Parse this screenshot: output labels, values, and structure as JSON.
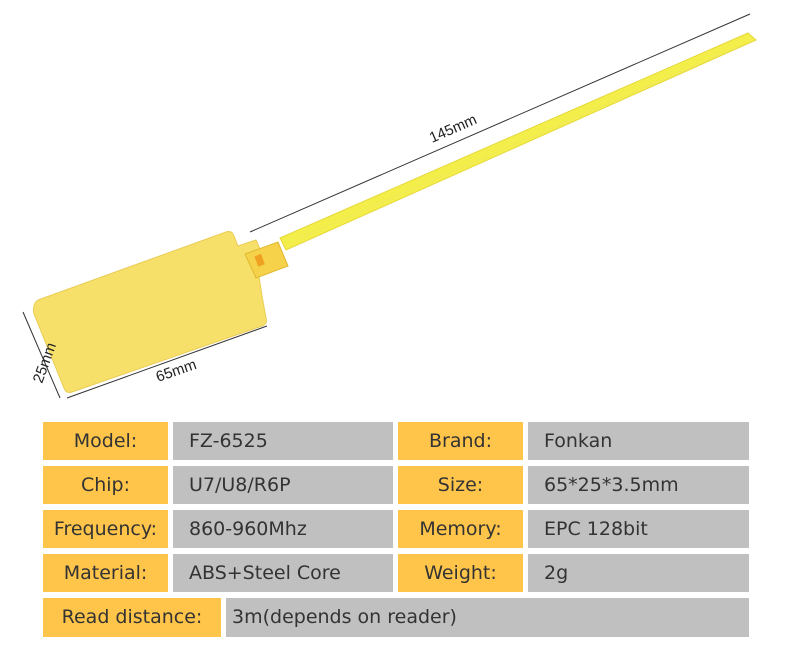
{
  "product_image": {
    "dimensions": {
      "length": "145mm",
      "width": "65mm",
      "height": "25mm"
    },
    "colors": {
      "tag": "#F7E06A",
      "strap": "#F3EE4A",
      "lock": "#F5D24A"
    }
  },
  "specs": {
    "colors": {
      "label_bg": "#FFC54A",
      "value_bg": "#C0C0C0"
    },
    "rows": [
      {
        "label": "Model:",
        "value": "FZ-6525",
        "label2": "Brand:",
        "value2": "Fonkan"
      },
      {
        "label": "Chip:",
        "value": "U7/U8/R6P",
        "label2": "Size:",
        "value2": "65*25*3.5mm"
      },
      {
        "label": "Frequency:",
        "value": "860-960Mhz",
        "label2": "Memory:",
        "value2": "EPC 128bit"
      },
      {
        "label": "Material:",
        "value": "ABS+Steel Core",
        "label2": "Weight:",
        "value2": "2g"
      }
    ],
    "last_row": {
      "label": "Read distance:",
      "value": "3m(depends on reader)"
    }
  }
}
